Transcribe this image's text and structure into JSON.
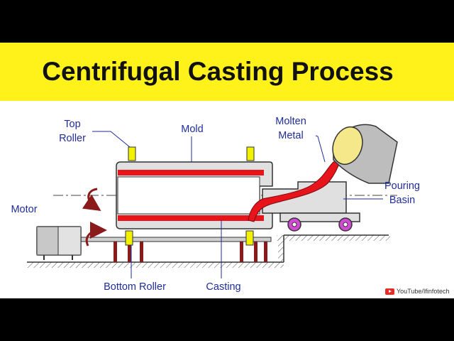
{
  "title": "Centrifugal Casting Process",
  "labels": {
    "top_roller": "Top\nRoller",
    "mold": "Mold",
    "molten_metal": "Molten\nMetal",
    "motor": "Motor",
    "pouring_basin": "Pouring\nBasin",
    "bottom_roller": "Bottom Roller",
    "casting": "Casting"
  },
  "credit": "YouTube/Ifinfotech",
  "colors": {
    "banner": "#fff21a",
    "label_text": "#1f2d9a",
    "molten_metal": "#e8141c",
    "roller": "#f2f200",
    "support": "#8b1a1a"
  },
  "icons": {
    "credit": "youtube-logo-icon",
    "rotation": "curved-arrow-icon"
  }
}
